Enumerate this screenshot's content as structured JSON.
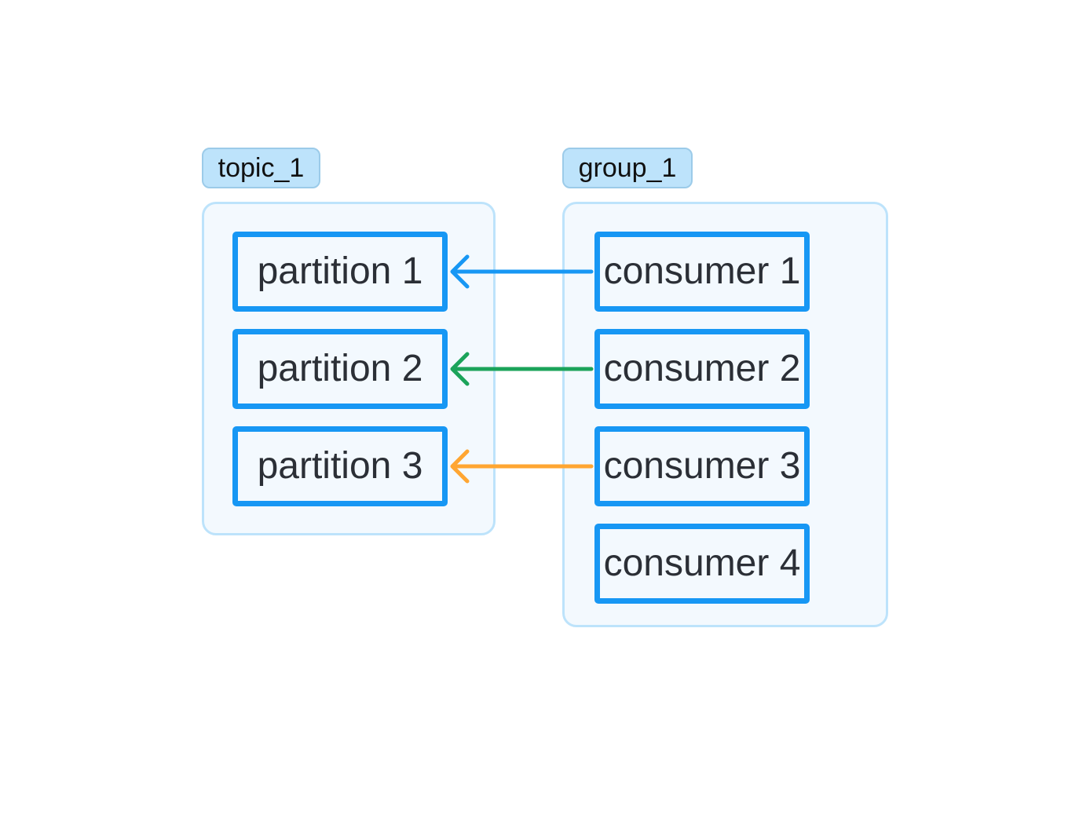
{
  "topic": {
    "label": "topic_1",
    "partitions": [
      {
        "label": "partition 1"
      },
      {
        "label": "partition 2"
      },
      {
        "label": "partition 3"
      }
    ]
  },
  "group": {
    "label": "group_1",
    "consumers": [
      {
        "label": "consumer 1"
      },
      {
        "label": "consumer 2"
      },
      {
        "label": "consumer 3"
      },
      {
        "label": "consumer 4"
      }
    ]
  },
  "assignments": [
    {
      "from": "consumer 1",
      "to": "partition 1",
      "color": "#1797f4"
    },
    {
      "from": "consumer 2",
      "to": "partition 2",
      "color": "#1ba35a"
    },
    {
      "from": "consumer 3",
      "to": "partition 3",
      "color": "#ffa632"
    }
  ],
  "colors": {
    "node_border": "#1797f4",
    "container_fill": "#f3f9fe",
    "container_border": "#bde3fb",
    "label_fill": "#bde3fb"
  }
}
